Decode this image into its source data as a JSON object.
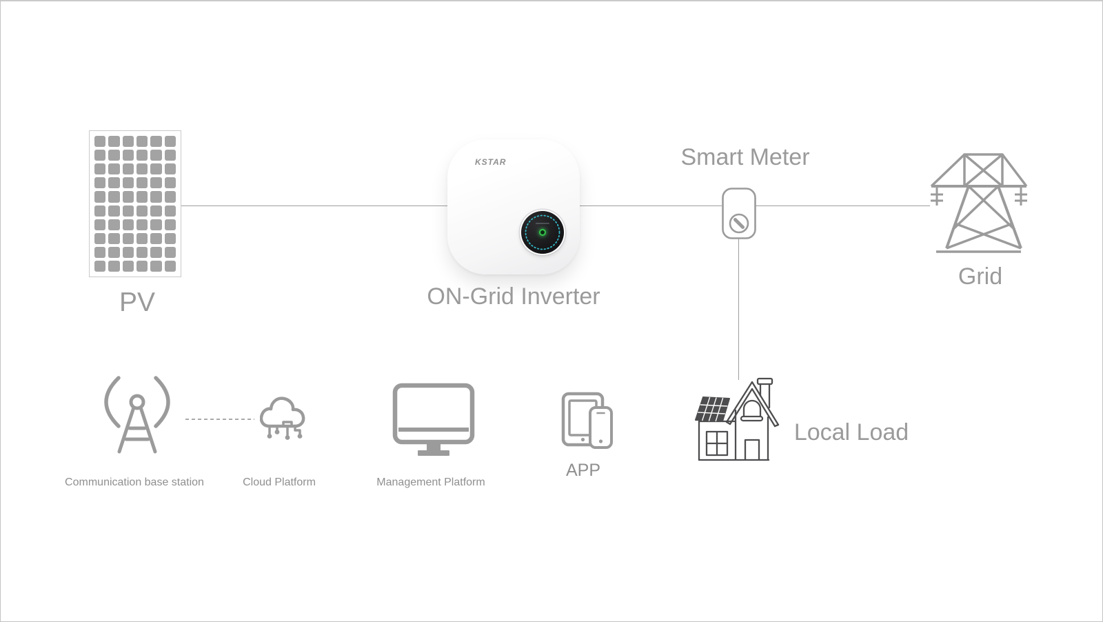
{
  "nodes": {
    "pv": {
      "label": "PV"
    },
    "inverter": {
      "label": "ON-Grid Inverter",
      "brand": "KSTAR"
    },
    "smart_meter": {
      "label": "Smart Meter"
    },
    "grid": {
      "label": "Grid"
    },
    "local_load": {
      "label": "Local Load"
    },
    "base_station": {
      "label": "Communication base station"
    },
    "cloud_platform": {
      "label": "Cloud Platform"
    },
    "management_platform": {
      "label": "Management Platform"
    },
    "app": {
      "label": "APP"
    }
  },
  "pv_grid": {
    "rows": 10,
    "cols": 6
  },
  "colors": {
    "icon_gray": "#9b9b9b",
    "label_gray": "#9a9a9a",
    "small_label_gray": "#8f8f8f",
    "wire_gray": "#9e9e9e",
    "house_dark": "#4d4d4f",
    "pv_cell_gray": "#a3a3a3",
    "led_green": "#35c24a",
    "display_ring_teal": "#35b7c6"
  }
}
